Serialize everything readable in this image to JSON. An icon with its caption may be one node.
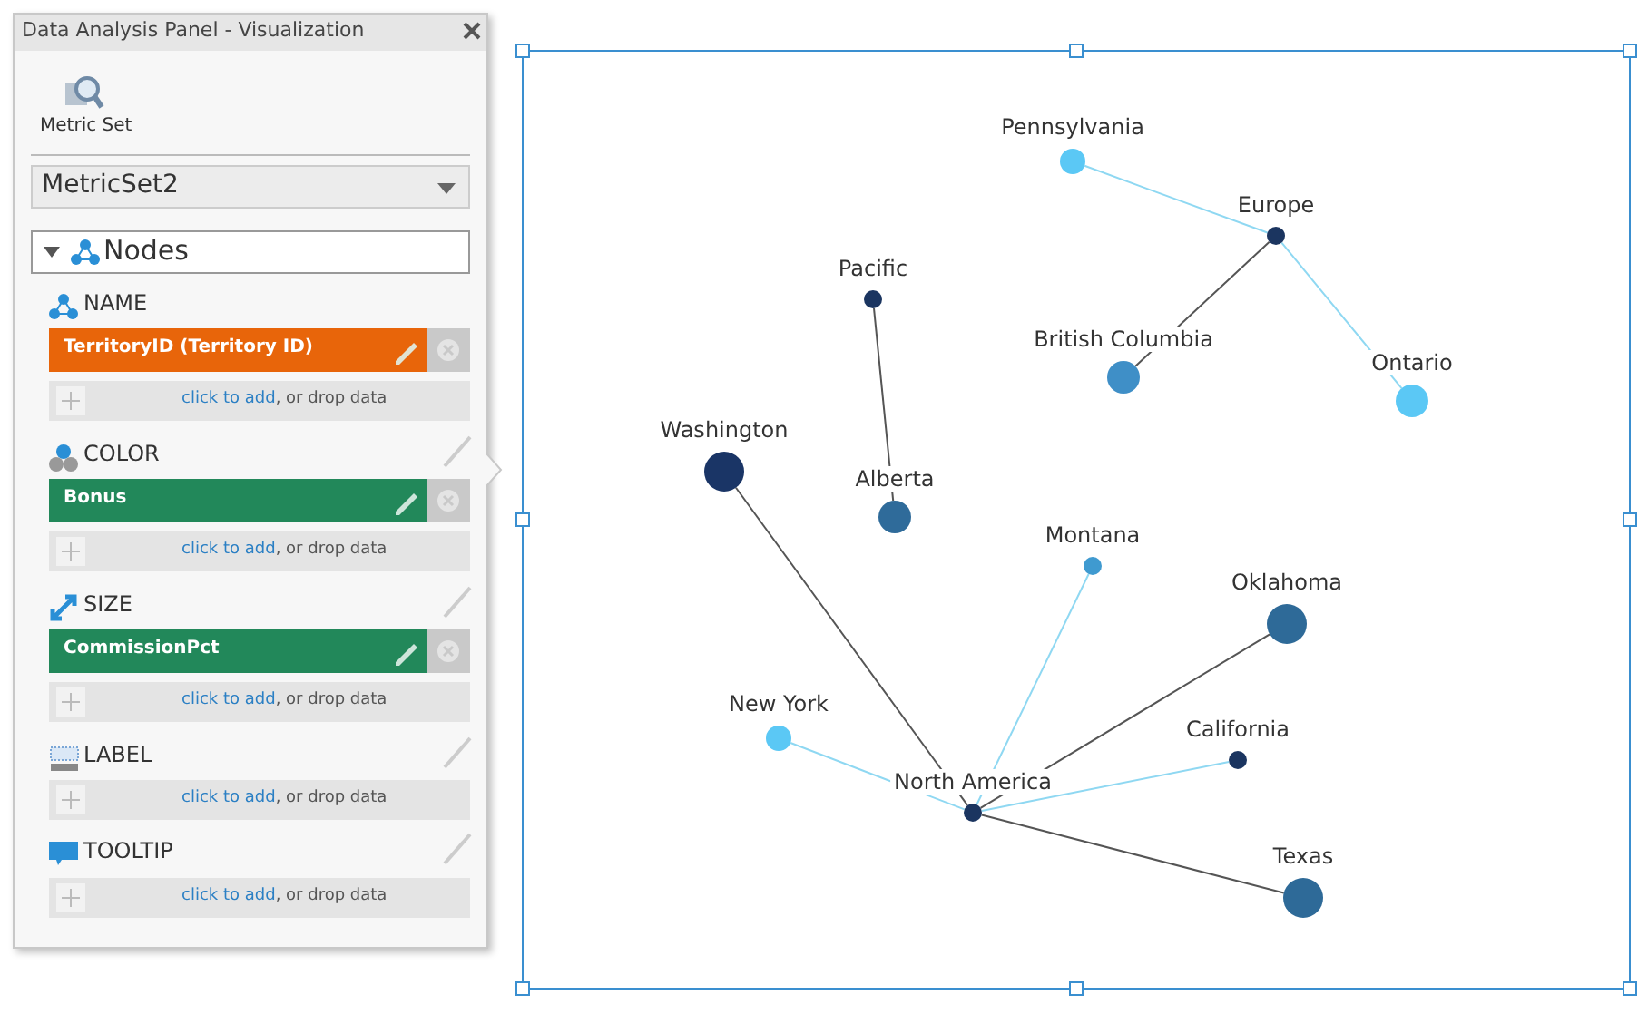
{
  "diagram": {
    "nodes": [
      {
        "text": [
          "Pennsylvania"
        ]
      },
      {
        "text": [
          "Europe"
        ]
      },
      {
        "text": [
          "Pacific"
        ]
      },
      {
        "text": [
          "British Columbia"
        ]
      },
      {
        "text": [
          "Ontario"
        ]
      },
      {
        "text": [
          "Washington"
        ]
      },
      {
        "text": [
          "Alberta"
        ]
      },
      {
        "text": [
          "Montana"
        ]
      },
      {
        "text": [
          "Oklahoma"
        ]
      },
      {
        "text": [
          "New York"
        ]
      },
      {
        "text": [
          "California"
        ]
      },
      {
        "text": [
          "North America"
        ]
      },
      {
        "text": [
          "Texas"
        ]
      }
    ],
    "edges": [
      {
        "from": 0,
        "to": 1,
        "arrow": "none",
        "color": "#8fd8f2"
      },
      {
        "from": 1,
        "to": 4,
        "arrow": "none",
        "color": "#8fd8f2"
      },
      {
        "from": 1,
        "to": 3,
        "arrow": "none",
        "color": "#555555"
      },
      {
        "from": 2,
        "to": 6,
        "arrow": "none",
        "color": "#555555"
      },
      {
        "from": 5,
        "to": 11,
        "arrow": "none",
        "color": "#555555"
      },
      {
        "from": 7,
        "to": 11,
        "arrow": "none",
        "color": "#8fd8f2"
      },
      {
        "from": 8,
        "to": 11,
        "arrow": "none",
        "color": "#555555"
      },
      {
        "from": 9,
        "to": 11,
        "arrow": "none",
        "color": "#8fd8f2"
      },
      {
        "from": 10,
        "to": 11,
        "arrow": "none",
        "color": "#8fd8f2"
      },
      {
        "from": 11,
        "to": 12,
        "arrow": "none",
        "color": "#555555"
      }
    ],
    "labels": [
      "Data Analysis Panel - Visualization",
      "Metric Set",
      "MetricSet2",
      "Nodes",
      "NAME",
      "TerritoryID (Territory ID)",
      "click to add, or drop data",
      "COLOR",
      "Bonus",
      "click to add, or drop data",
      "SIZE",
      "CommissionPct",
      "click to add, or drop data",
      "LABEL",
      "click to add, or drop data",
      "TOOLTIP",
      "click to add, or drop data"
    ]
  }
}
